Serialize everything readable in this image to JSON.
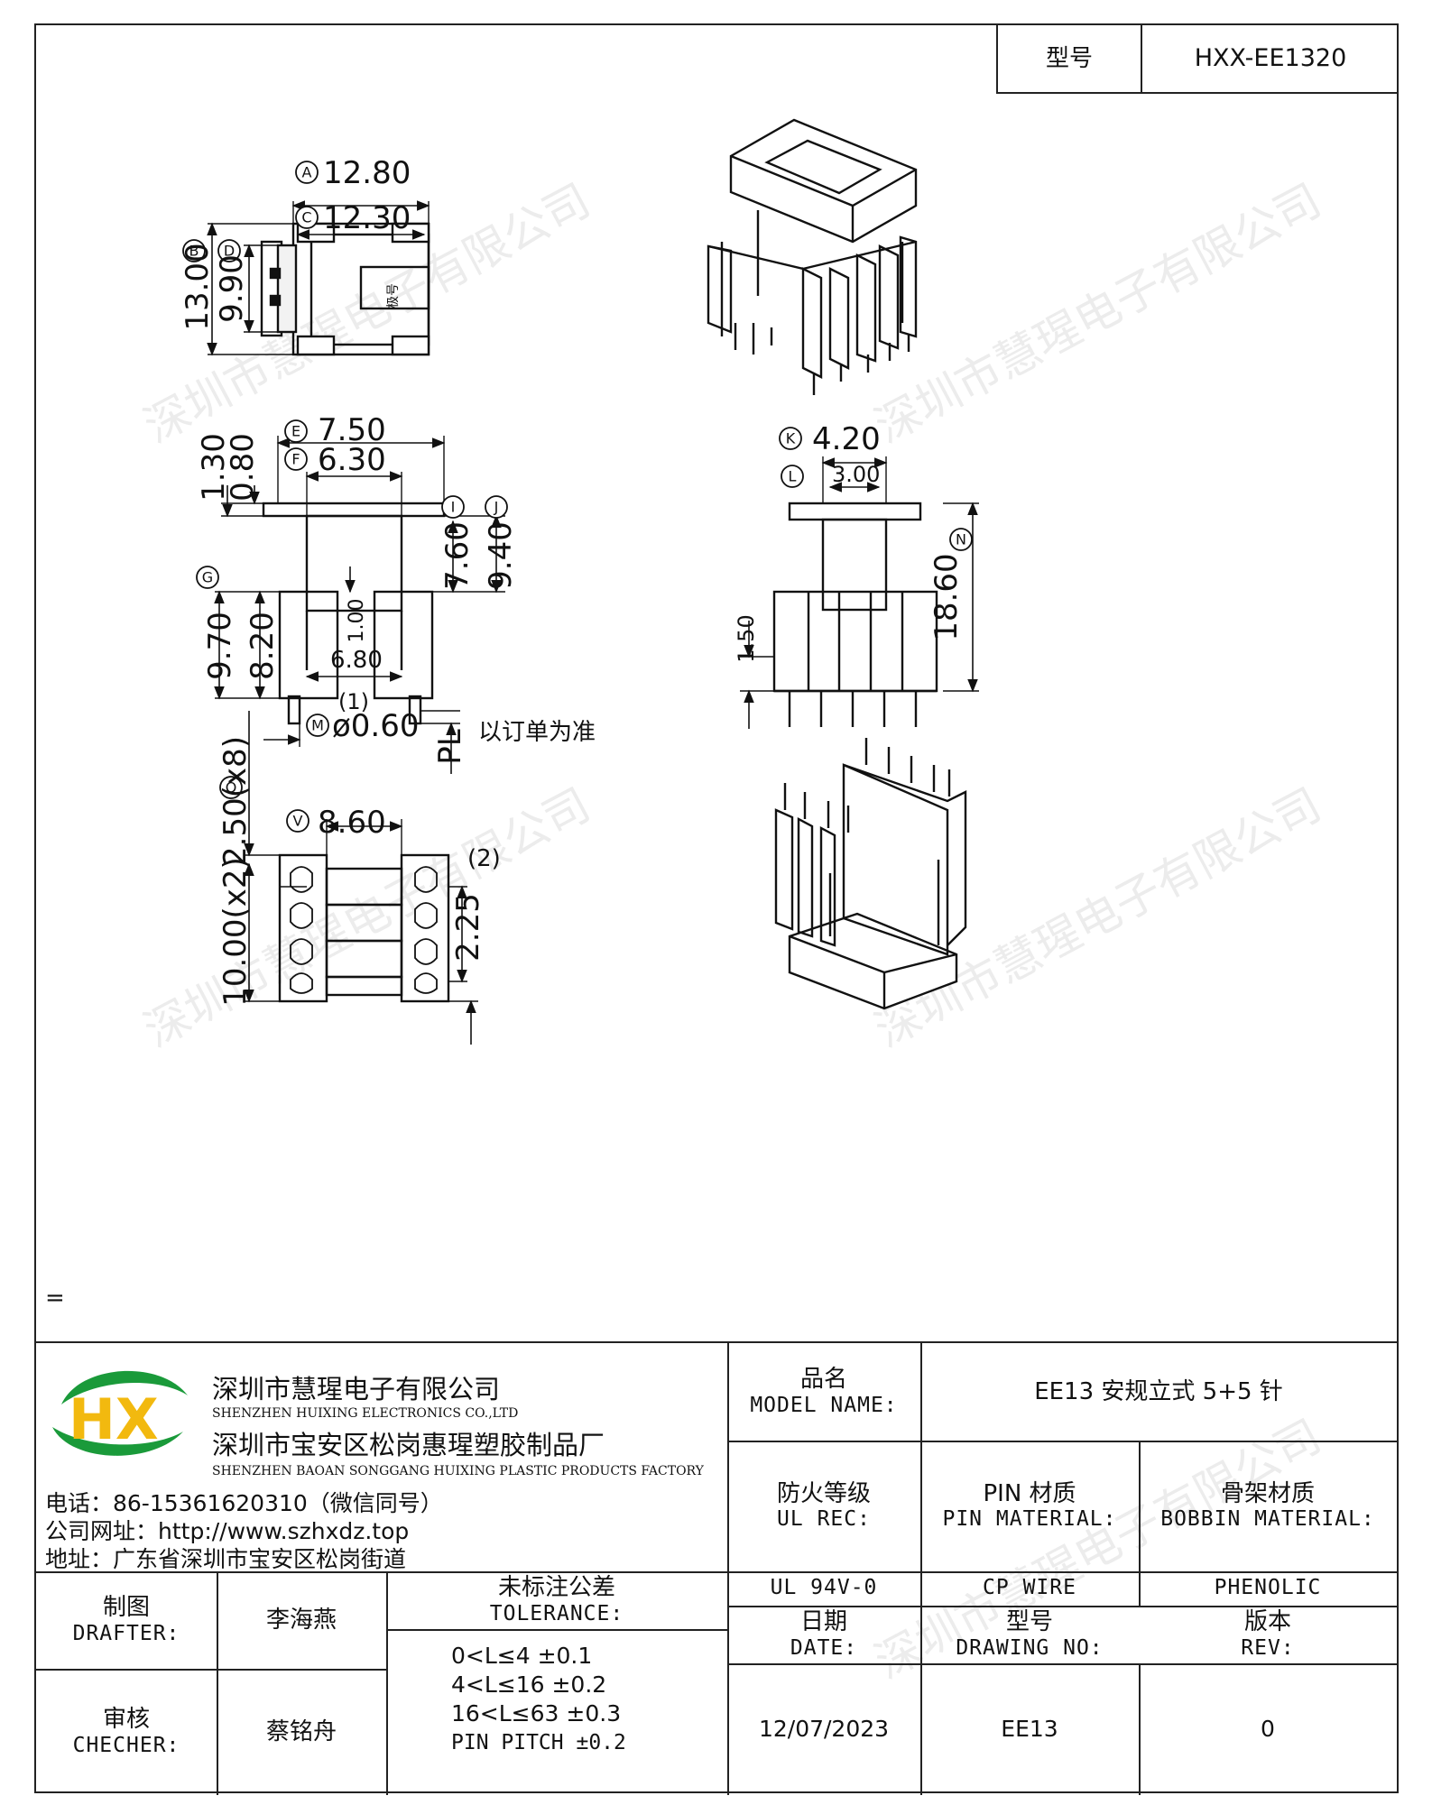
{
  "header": {
    "model_label": "型号",
    "model_value": "HXX-EE1320"
  },
  "stray_mark": "=",
  "dimensions": {
    "A": "12.80",
    "C": "12.30",
    "B": "13.00",
    "D": "9.90",
    "E": "7.50",
    "F": "6.30",
    "h1": "1.30",
    "h2": "0.80",
    "I": "7.60",
    "J": "9.40",
    "G": "9.70",
    "H": "8.20",
    "slot": "1.00",
    "inner": "6.80",
    "note1": "(1)",
    "pin_dia": "ø0.60",
    "pl": "PL",
    "pl_note": "以订单为准",
    "K": "4.20",
    "L": "3.00",
    "total": "18.60",
    "pin_h": "1.50",
    "O": "2.50(x8)",
    "V": "8.60",
    "row": "10.00(x2)",
    "note2": "(2)",
    "pitch": "2.25",
    "top_mark": "极号"
  },
  "letters": {
    "A": "A",
    "C": "C",
    "B": "B",
    "D": "D",
    "E": "E",
    "F": "F",
    "I": "I",
    "J": "J",
    "G": "G",
    "K": "K",
    "L": "L",
    "M": "M",
    "N": "N",
    "O": "O",
    "V": "V"
  },
  "company": {
    "logo": "HX",
    "name_cn": "深圳市慧瑆电子有限公司",
    "name_en": "SHENZHEN HUIXING ELECTRONICS CO.,LTD",
    "factory_cn": "深圳市宝安区松岗惠瑆塑胶制品厂",
    "factory_en": "SHENZHEN BAOAN SONGGANG HUIXING PLASTIC PRODUCTS FACTORY",
    "phone": "电话：86-15361620310（微信同号）",
    "website": "公司网址：http://www.szhxdz.top",
    "address": "地址：广东省深圳市宝安区松岗街道"
  },
  "watermark": "深圳市慧瑆电子有限公司",
  "title_block": {
    "model_name_cn": "品名",
    "model_name_en": "MODEL NAME:",
    "model_name_value": "EE13 安规立式 5+5 针",
    "ul_cn": "防火等级",
    "ul_en": "UL REC:",
    "pin_cn": "PIN 材质",
    "pin_en": "PIN MATERIAL:",
    "bobbin_cn": "骨架材质",
    "bobbin_en": "BOBBIN MATERIAL:",
    "ul_value": "UL 94V-0",
    "pin_value": "CP WIRE",
    "bobbin_value": "PHENOLIC",
    "drafter_cn": "制图",
    "drafter_en": "DRAFTER:",
    "drafter_value": "李海燕",
    "checker_cn": "审核",
    "checker_en": "CHECHER:",
    "checker_value": "蔡铭舟",
    "tol_cn": "未标注公差",
    "tol_en": "TOLERANCE:",
    "tol_lines": [
      "0<L≤4   ±0.1",
      "4<L≤16  ±0.2",
      "16<L≤63  ±0.3",
      "PIN PITCH ±0.2"
    ],
    "date_cn": "日期",
    "date_en": "DATE:",
    "date_value": "12/07/2023",
    "drawno_cn": "型号",
    "drawno_en": "DRAWING NO:",
    "drawno_value": "EE13",
    "rev_cn": "版本",
    "rev_en": "REV:",
    "rev_value": "0"
  }
}
